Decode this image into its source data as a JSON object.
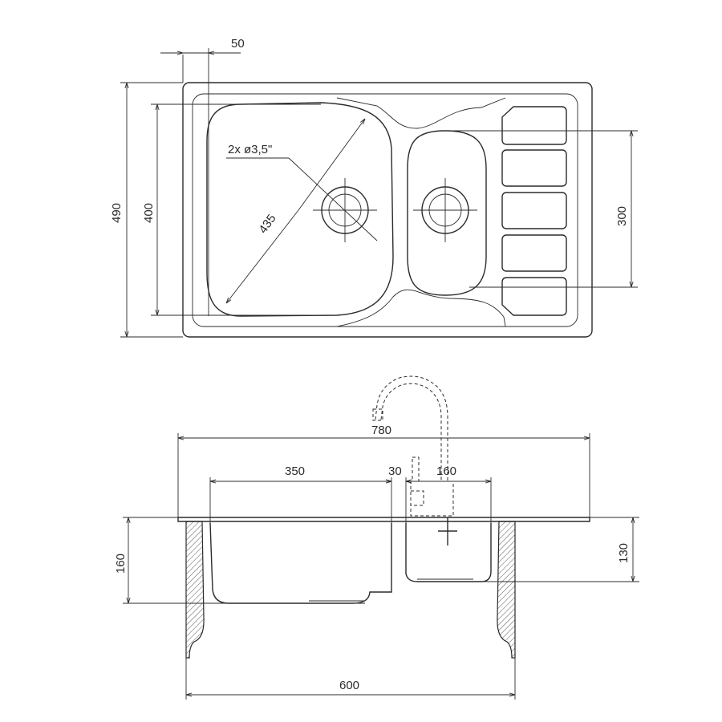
{
  "top_view": {
    "dimensions": {
      "rim_offset": "50",
      "overall_depth": "490",
      "bowl_length": "400",
      "bowl_diagonal": "435",
      "drain_note": "2x ø3,5\"",
      "small_bowl_length": "300"
    }
  },
  "side_view": {
    "dimensions": {
      "overall_width": "780",
      "large_bowl_width": "350",
      "divider_width": "30",
      "small_bowl_width": "160",
      "large_bowl_depth": "160",
      "small_bowl_depth": "130",
      "cabinet_width": "600"
    }
  }
}
